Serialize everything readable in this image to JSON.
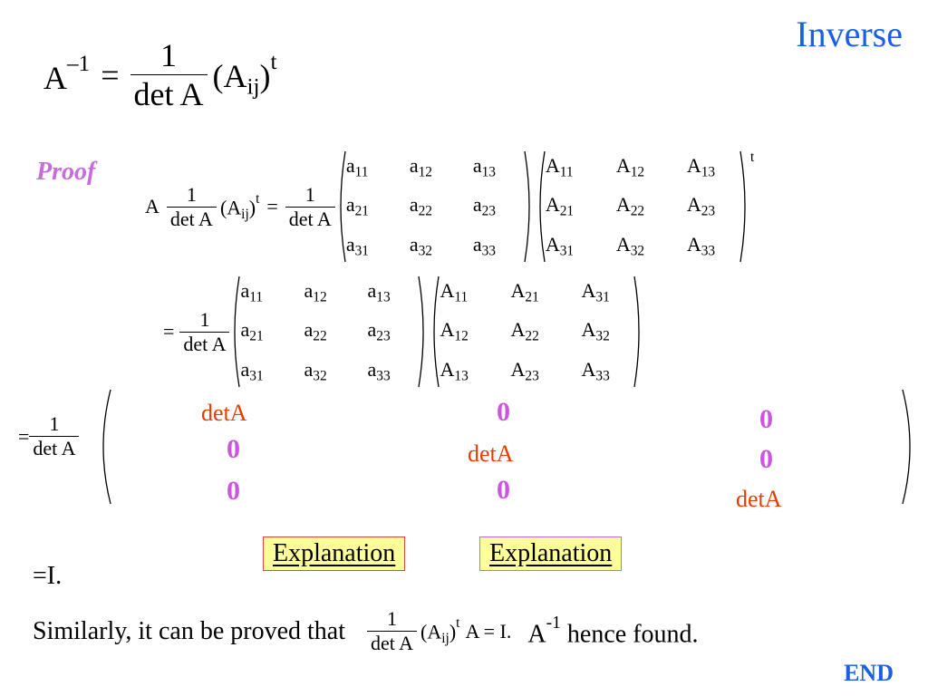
{
  "title": "Inverse",
  "proof_label": "Proof",
  "formula": {
    "lhs": "A",
    "lhs_sup": "–1",
    "eq": "=",
    "num": "1",
    "den": "det A",
    "paren_open": "(A",
    "sub": "ij",
    "paren_close": ")",
    "sup": "t"
  },
  "step1": {
    "A": "A",
    "num": "1",
    "den": "det A",
    "paren_open": "(A",
    "sub": "ij",
    "paren_close": ")",
    "sup": "t",
    "eq": "=",
    "num2": "1",
    "den2": "det A",
    "sup_t": "t",
    "mat_a": [
      [
        "a",
        "11"
      ],
      [
        "a",
        "12"
      ],
      [
        "a",
        "13"
      ],
      [
        "a",
        "21"
      ],
      [
        "a",
        "22"
      ],
      [
        "a",
        "23"
      ],
      [
        "a",
        "31"
      ],
      [
        "a",
        "32"
      ],
      [
        "a",
        "33"
      ]
    ],
    "mat_A": [
      [
        "A",
        "11"
      ],
      [
        "A",
        "12"
      ],
      [
        "A",
        "13"
      ],
      [
        "A",
        "21"
      ],
      [
        "A",
        "22"
      ],
      [
        "A",
        "23"
      ],
      [
        "A",
        "31"
      ],
      [
        "A",
        "32"
      ],
      [
        "A",
        "33"
      ]
    ]
  },
  "step2": {
    "eq": "=",
    "num": "1",
    "den": "det A",
    "mat_a": [
      [
        "a",
        "11"
      ],
      [
        "a",
        "12"
      ],
      [
        "a",
        "13"
      ],
      [
        "a",
        "21"
      ],
      [
        "a",
        "22"
      ],
      [
        "a",
        "23"
      ],
      [
        "a",
        "31"
      ],
      [
        "a",
        "32"
      ],
      [
        "a",
        "33"
      ]
    ],
    "mat_At": [
      [
        "A",
        "11"
      ],
      [
        "A",
        "21"
      ],
      [
        "A",
        "31"
      ],
      [
        "A",
        "12"
      ],
      [
        "A",
        "22"
      ],
      [
        "A",
        "32"
      ],
      [
        "A",
        "13"
      ],
      [
        "A",
        "23"
      ],
      [
        "A",
        "33"
      ]
    ]
  },
  "step3": {
    "eq": "=",
    "num": "1",
    "den": "det A",
    "det": "detA",
    "zero": "0"
  },
  "explanation_buttons": [
    "Explanation",
    "Explanation"
  ],
  "result": "=I.",
  "similarly": {
    "text": "Similarly, it can be proved that",
    "num": "1",
    "den": "det A",
    "paren_open": "(A",
    "sub": "ij",
    "paren_close": ")",
    "sup": "t",
    "tail": "A = I.",
    "found_pre": "A",
    "found_sup": "-1",
    "found_post": " hence found."
  },
  "end_label": "END"
}
